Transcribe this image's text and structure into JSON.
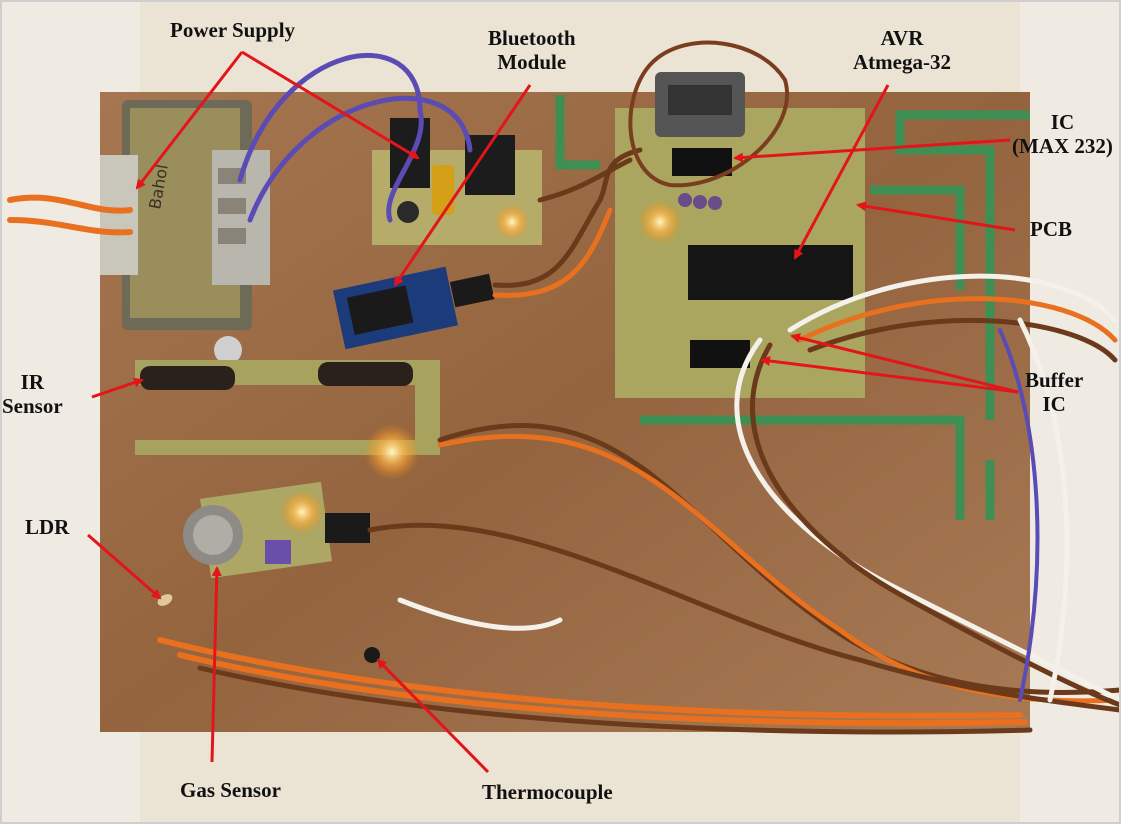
{
  "labels": {
    "power_supply": "Power Supply",
    "bluetooth_line1": "Bluetooth",
    "bluetooth_line2": "Module",
    "avr_line1": "AVR",
    "avr_line2": "Atmega-32",
    "ic_line1": "IC",
    "ic_line2": "(MAX 232)",
    "pcb": "PCB",
    "ir_line1": "IR",
    "ir_line2": "Sensor",
    "buffer_line1": "Buffer",
    "buffer_line2": "IC",
    "ldr": "LDR",
    "gas_sensor": "Gas Sensor",
    "thermocouple": "Thermocouple"
  },
  "colors": {
    "arrow": "#e3151b",
    "board": "#9a6b45",
    "pcb": "#a7a25e",
    "wire_orange": "#e8701f",
    "wire_brown": "#6b3a1a",
    "wire_purple": "#5a4bb5",
    "trace_green": "#3f8f55"
  }
}
